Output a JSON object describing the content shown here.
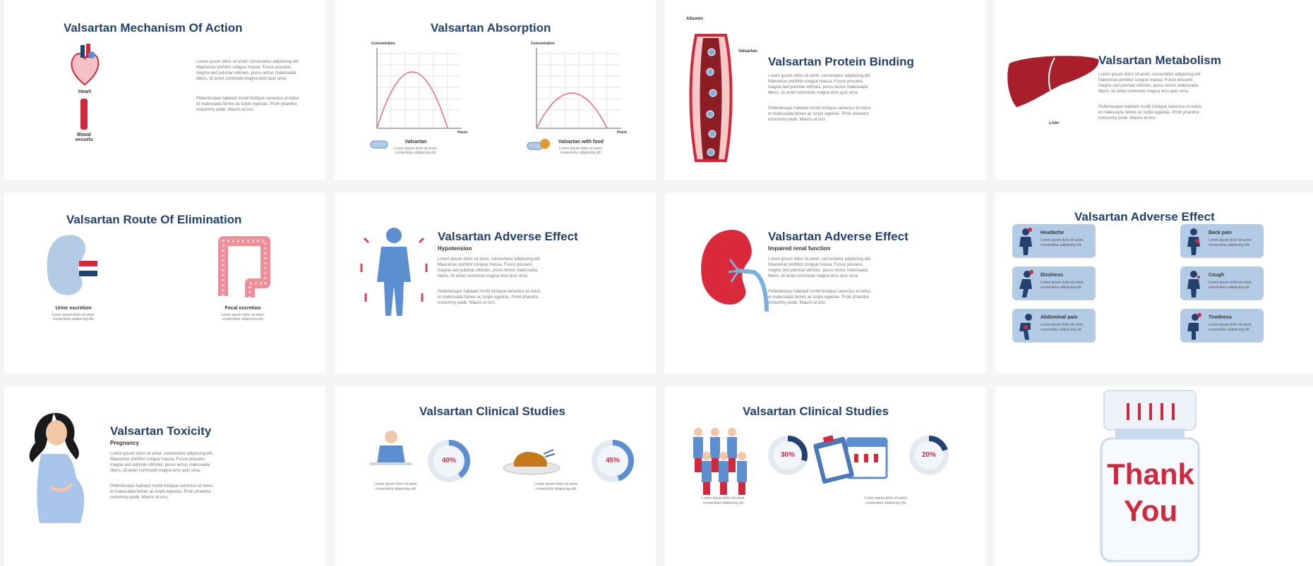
{
  "lorem": {
    "p1": "Lorem ipsum dolor sit amet, consectetur adipiscing elit. Maecenas porttitor congue massa. Fusce posuere, magna sed pulvinar ultricies, purus lectus malesuada libero, sit amet commodo magna eros quis urna.",
    "p2": "Pellentesque habitant morbi tristique senectus et netus et malesuada fames ac turpis egestas. Proin pharetra nonummy pede. Mauris et orci.",
    "short": "Lorem ipsum dolor sit amet, consectetur adipiscing elit."
  },
  "s1": {
    "title": "Valsartan Mechanism Of Action",
    "heart": "Heart",
    "vessel": "Blood vessels"
  },
  "s2": {
    "title": "Valsartan Absorption",
    "ylabel": "Concentration",
    "xlabel": "Hours",
    "cap1": "Valsartan",
    "cap2": "Valsartan with food"
  },
  "s3": {
    "title": "Valsartan Protein Binding",
    "albumin": "Albumin",
    "valsartan": "Valsartan"
  },
  "s4": {
    "title": "Valsartan Metabolism",
    "liver": "Liver"
  },
  "s5": {
    "title": "Valsartan Route Of Elimination",
    "cap1": "Urine excretion",
    "cap2": "Fecal excretion"
  },
  "s6": {
    "title": "Valsartan Adverse Effect",
    "sub": "Hypotension"
  },
  "s7": {
    "title": "Valsartan Adverse Effect",
    "sub": "Impaired renal function"
  },
  "s8": {
    "title": "Valsartan Adverse Effect",
    "items": [
      "Headache",
      "Back pain",
      "Dizziness",
      "Cough",
      "Abdominal pain",
      "Tiredness"
    ]
  },
  "s9": {
    "title": "Valsartan Toxicity",
    "sub": "Pregnancy"
  },
  "s10": {
    "title": "Valsartan Clinical Studies",
    "pct1": "40%",
    "pct2": "45%"
  },
  "s11": {
    "title": "Valsartan Clinical Studies",
    "pct1": "30%",
    "pct2": "20%"
  },
  "s12": {
    "line1": "Thank",
    "line2": "You"
  },
  "colors": {
    "navy": "#23416f",
    "red": "#d2283c",
    "blue": "#5b8fcf",
    "light": "#b4cbe6"
  }
}
